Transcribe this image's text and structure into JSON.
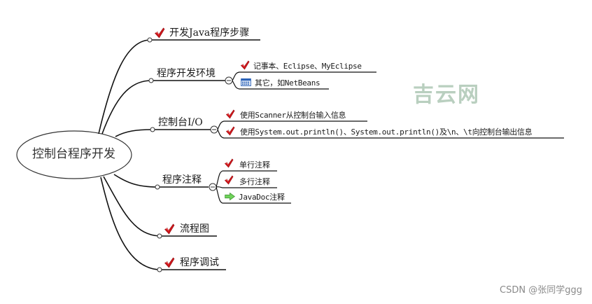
{
  "root": {
    "label": "控制台程序开发"
  },
  "branches": [
    {
      "label": "开发Java程序步骤",
      "icon": "check-icon",
      "children": []
    },
    {
      "label": "程序开发环境",
      "icon": null,
      "collapse": "minus",
      "children": [
        {
          "label": "记事本、Eclipse、MyEclipse",
          "icon": "check-icon"
        },
        {
          "label": "其它，如NetBeans",
          "icon": "calendar-icon"
        }
      ]
    },
    {
      "label": "控制台I/O",
      "icon": null,
      "collapse": "minus",
      "children": [
        {
          "label": "使用Scanner从控制台输入信息",
          "icon": "check-icon"
        },
        {
          "label": "使用System.out.println()、System.out.println()及\\n、\\t向控制台输出信息",
          "icon": "check-icon"
        }
      ]
    },
    {
      "label": "程序注释",
      "icon": null,
      "collapse": "minus",
      "children": [
        {
          "label": "单行注释",
          "icon": "check-icon"
        },
        {
          "label": "多行注释",
          "icon": "check-icon"
        },
        {
          "label": "JavaDoc注释",
          "icon": "arrow-right-icon"
        }
      ]
    },
    {
      "label": "流程图",
      "icon": "check-icon",
      "children": []
    },
    {
      "label": "程序调试",
      "icon": "check-icon",
      "children": []
    }
  ],
  "watermark": "吉云网",
  "credit": "CSDN @张同学ggg",
  "colors": {
    "line": "#111111",
    "check": "#d0161b",
    "watermark": "#b9cfbf",
    "arrow": "#5cc24a",
    "calendar": "#2a62b8"
  }
}
